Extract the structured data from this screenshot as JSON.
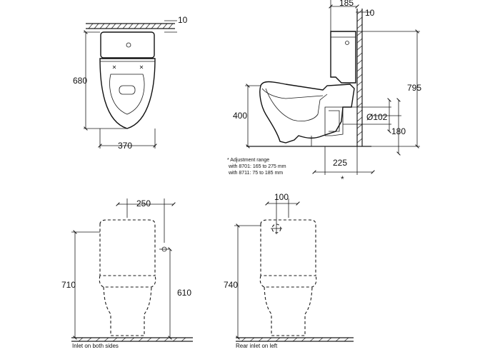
{
  "top_view": {
    "dim_width": "370",
    "dim_depth": "680",
    "dim_gap": "10"
  },
  "side_view": {
    "dim_tank_depth": "185",
    "dim_gap": "10",
    "dim_height": "795",
    "dim_seat_height": "400",
    "dim_outlet_diameter": "Ø102",
    "dim_outlet_height": "180",
    "dim_outlet_distance": "225",
    "asterisk": "*",
    "note_title": "* Adjustment range",
    "note_line1": "with 8701: 165 to 275 mm",
    "note_line2": "with 8711:  75 to 185 mm"
  },
  "front_view_sides": {
    "dim_inlet_offset": "250",
    "dim_total_height": "710",
    "dim_inlet_height": "610",
    "caption": "Inlet on both sides"
  },
  "front_view_rear": {
    "dim_inlet_offset": "100",
    "dim_total_height": "740",
    "caption": "Rear inlet on left"
  }
}
